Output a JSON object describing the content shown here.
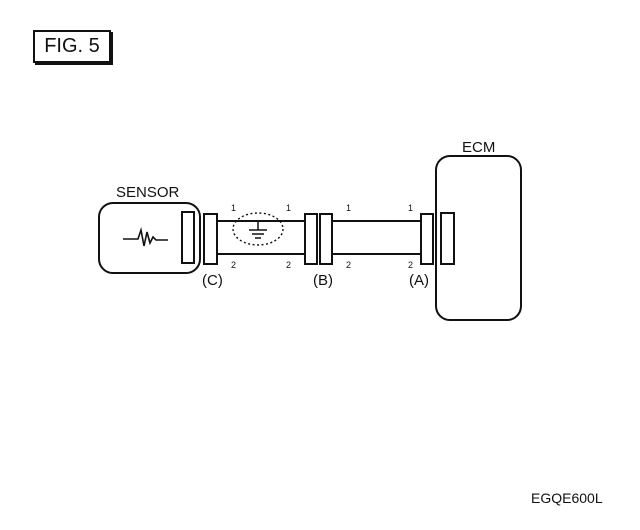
{
  "figure_label": "FIG. 5",
  "sensor_label": "SENSOR",
  "ecm_label": "ECM",
  "connectors": {
    "c": "(C)",
    "b": "(B)",
    "a": "(A)"
  },
  "pins": {
    "c_pin1": "1",
    "c_pin2": "2",
    "b_left_pin1": "1",
    "b_left_pin2": "2",
    "b_right_pin1": "1",
    "b_right_pin2": "2",
    "a_pin1": "1",
    "a_pin2": "2"
  },
  "image_code": "EGQE600L",
  "icons": [
    "sensor-waveform-icon",
    "ground-symbol-icon"
  ]
}
